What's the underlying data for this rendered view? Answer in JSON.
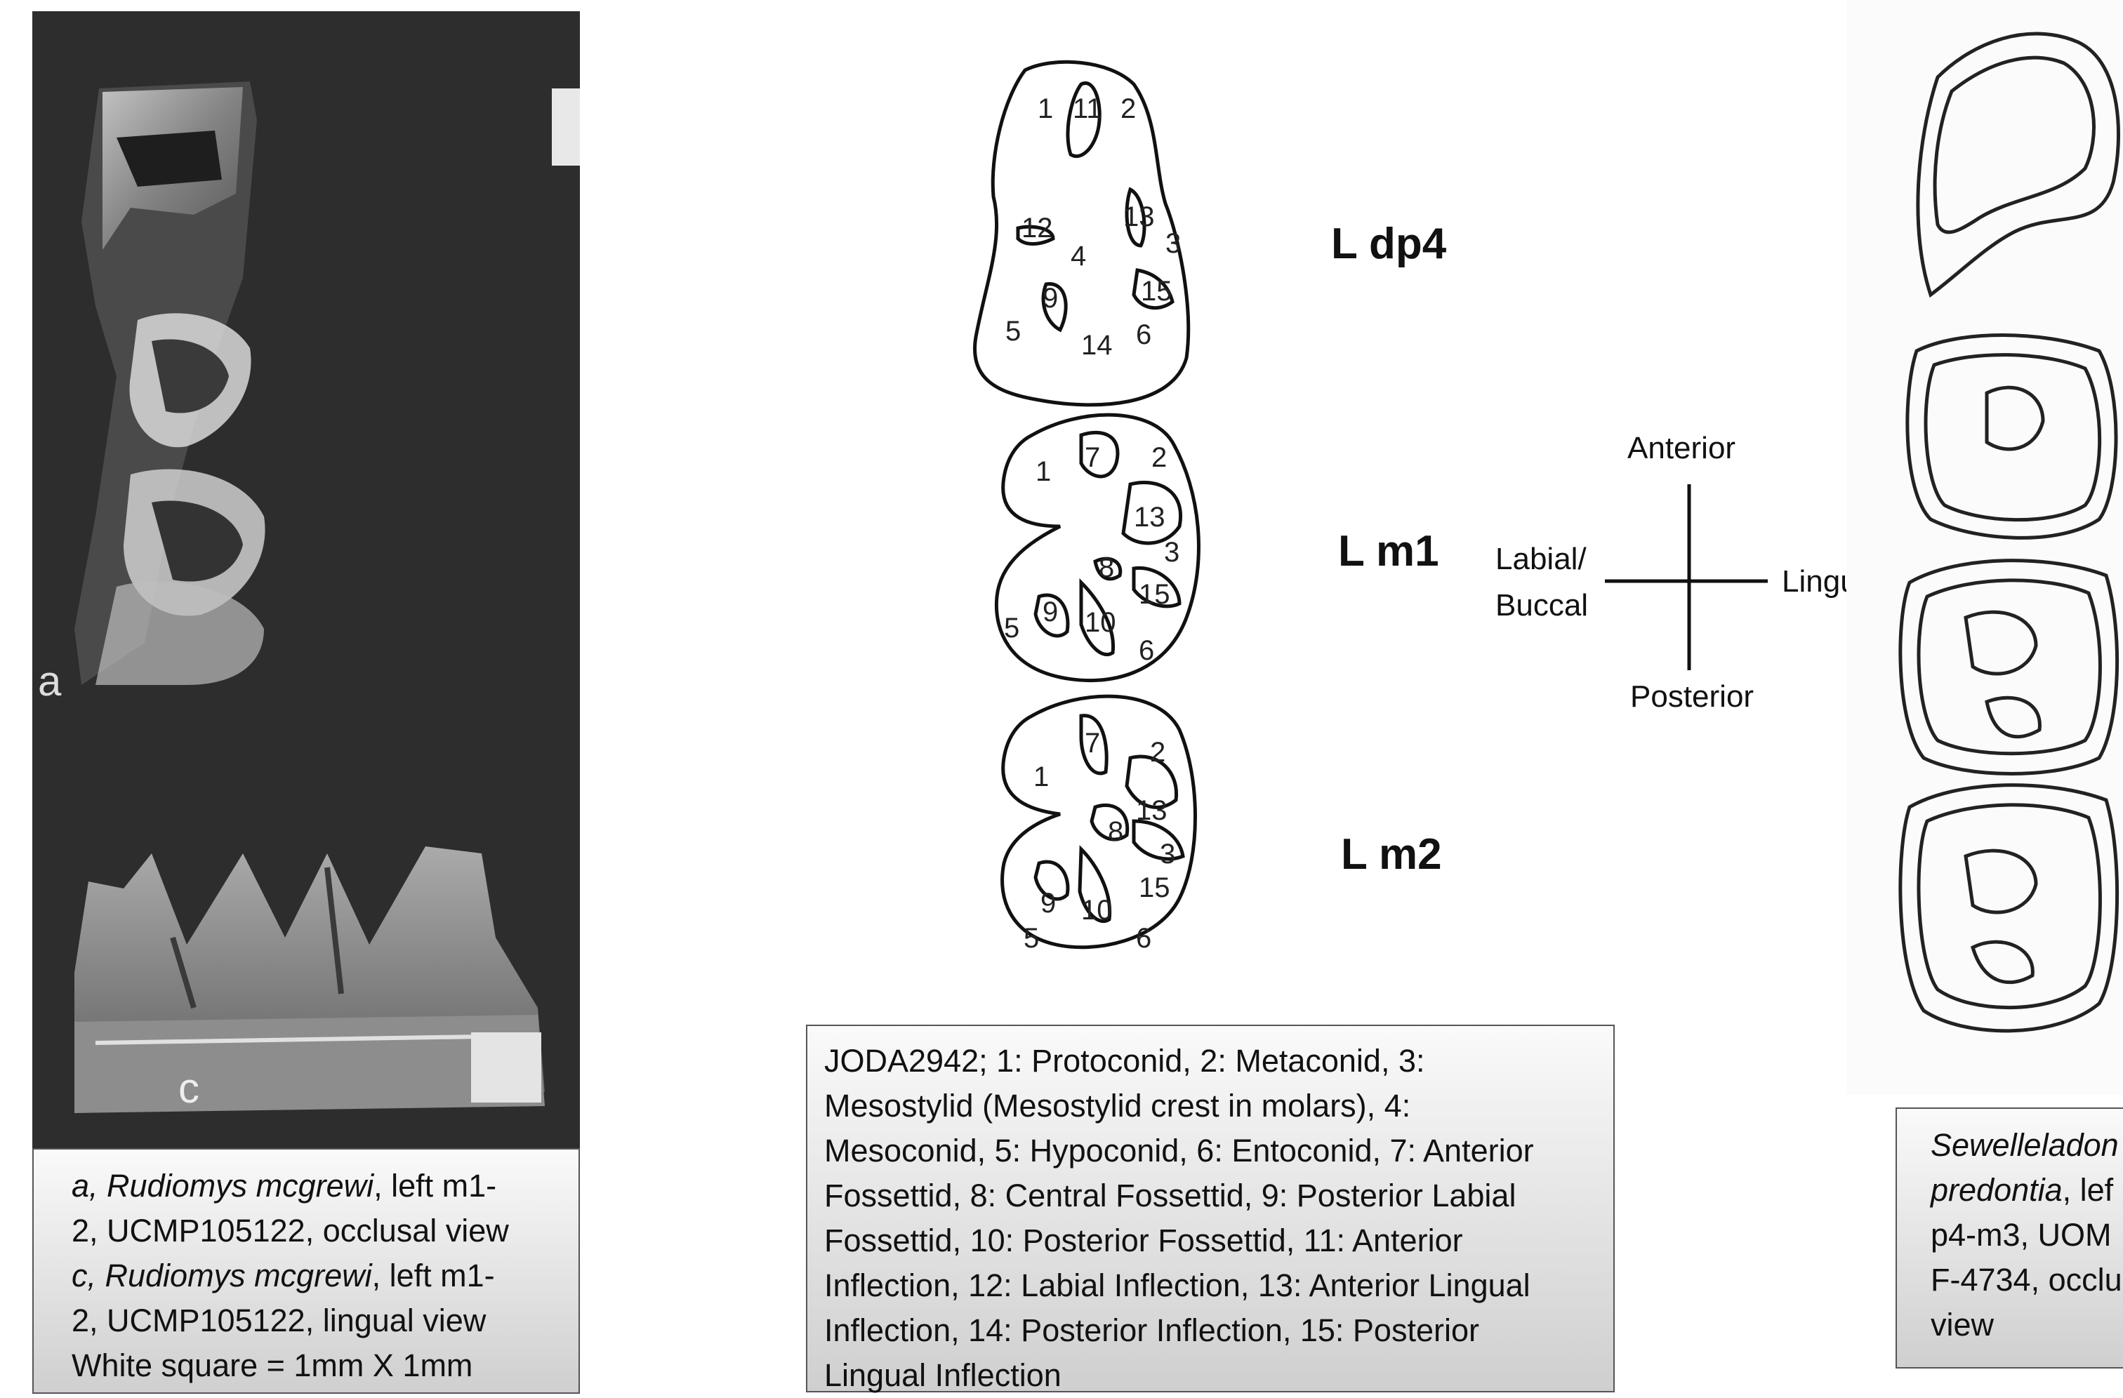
{
  "left_panel": {
    "label_a": "a",
    "label_c": "c",
    "caption_lines": [
      {
        "italic": "a, Rudiomys mcgrewi",
        "rest": ", left m1-"
      },
      {
        "italic": "",
        "rest": "2, UCMP105122, occlusal view"
      },
      {
        "italic": "c, Rudiomys mcgrewi",
        "rest": ", left m1-"
      },
      {
        "italic": "",
        "rest": "2, UCMP105122, lingual view"
      },
      {
        "italic": "",
        "rest": "White square = 1mm X 1mm"
      }
    ]
  },
  "diagram": {
    "teeth": [
      {
        "label": "L dp4",
        "numbers": [
          "1",
          "11",
          "2",
          "12",
          "13",
          "3",
          "4",
          "9",
          "15",
          "5",
          "14",
          "6"
        ]
      },
      {
        "label": "L m1",
        "numbers": [
          "7",
          "1",
          "2",
          "13",
          "3",
          "8",
          "15",
          "9",
          "10",
          "5",
          "6"
        ]
      },
      {
        "label": "L m2",
        "numbers": [
          "7",
          "2",
          "1",
          "13",
          "8",
          "3",
          "15",
          "9",
          "10",
          "5",
          "6"
        ]
      }
    ],
    "orientation": {
      "anterior": "Anterior",
      "posterior": "Posterior",
      "labial_line1": "Labial/",
      "labial_line2": "Buccal",
      "lingual": "Lingual"
    },
    "caption_lines": [
      "JODA2942; 1: Protoconid, 2: Metaconid, 3:",
      "Mesostylid (Mesostylid crest in molars), 4:",
      "Mesoconid, 5: Hypoconid, 6: Entoconid, 7: Anterior",
      "Fossettid, 8: Central Fossettid, 9: Posterior Labial",
      "Fossettid, 10: Posterior Fossettid, 11: Anterior",
      "Inflection, 12: Labial Inflection, 13: Anterior Lingual",
      "Inflection, 14: Posterior Inflection, 15: Posterior",
      "Lingual Inflection"
    ]
  },
  "right_panel": {
    "caption_lines": [
      {
        "italic": "Sewelleladon",
        "rest": ""
      },
      {
        "italic": "predontia",
        "rest": ", lef"
      },
      {
        "italic": "",
        "rest": "p4-m3, UOM"
      },
      {
        "italic": "",
        "rest": "F-4734, occlu"
      },
      {
        "italic": "",
        "rest": "view"
      }
    ]
  }
}
